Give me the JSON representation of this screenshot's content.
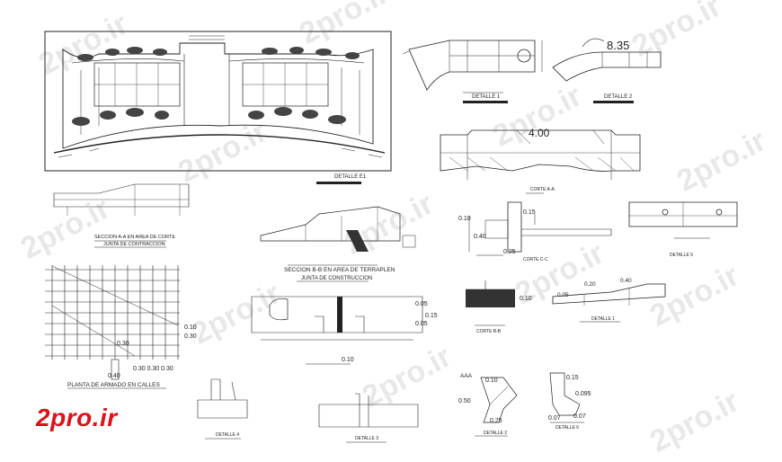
{
  "watermark": "2pro.ir",
  "brand_logo": "2pro.ir",
  "colors": {
    "ink": "#222222",
    "brand": "#d9141b",
    "watermark": "#c8c8c8"
  },
  "labels": {
    "detalle_e1": "DETALLE E1",
    "detalle_1_top": "DETALLE 1",
    "detalle_2_top": "DETALLE 2",
    "dim_835": "8.35",
    "dim_400": "4.00",
    "corte_aa": "CORTE A-A",
    "corte_cc": "CORTE C-C",
    "seccion_aa_l1": "SECCION A-A EN AREA DE CORTE",
    "seccion_aa_l2": "JUNTA DE CONTRACCION",
    "seccion_bb_l1": "SECCION B-B EN AREA DE TERRAPLEN",
    "seccion_bb_l2": "JUNTA DE CONSTRUCCION",
    "detalle_5": "DETALLE 5",
    "detalle_1_right": "DETALLE 1",
    "corte_bb": "CORTE B-B",
    "planta": "PLANTA DE ARMADO EN CALLES",
    "detalle_4": "DETALLE 4",
    "detalle_3": "DETALLE 3",
    "detalle_2_bottom": "DETALLE 2",
    "detalle_6": "DETALLE 6",
    "dim_015": "0.15",
    "dim_010": "0.10",
    "dim_020": "0.20",
    "dim_030": "0.30",
    "dim_040": "0.40",
    "dim_050": "0.50",
    "dim_025": "0.25",
    "dim_007": "0.07",
    "dim_095": "0.095",
    "dim_005": "0.05",
    "dim_0303030": "0.30 0.30 0.30",
    "aaa": "AAA"
  }
}
